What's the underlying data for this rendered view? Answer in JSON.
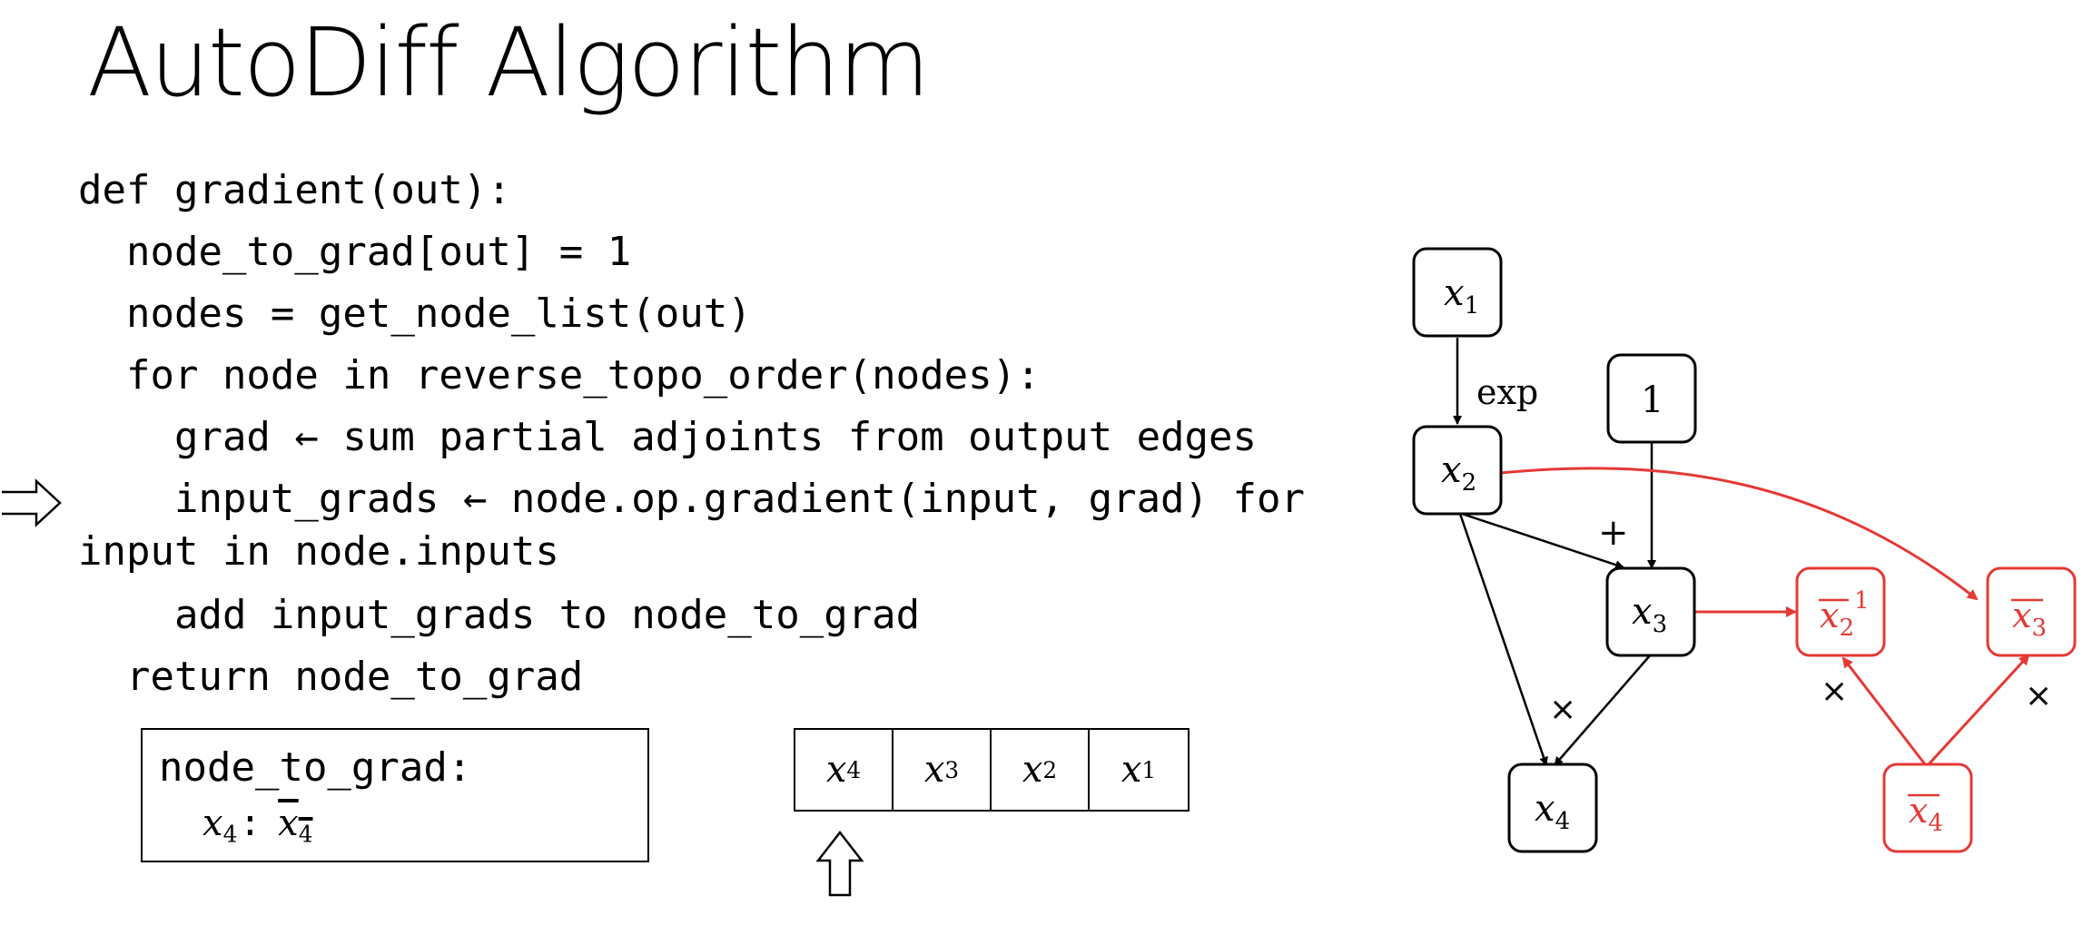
{
  "slide": {
    "title": "AutoDiff Algorithm"
  },
  "code": {
    "lines": [
      "def gradient(out):",
      "  node_to_grad[out] = 1",
      "  nodes = get_node_list(out)",
      "  for node in reverse_topo_order(nodes):",
      "    grad ← sum partial adjoints from output edges",
      "    input_grads ← node.op.gradient(input, grad) for",
      "input in node.inputs",
      "    add input_grads to node_to_grad",
      "  return node_to_grad"
    ],
    "current_line_indicator": "⇒"
  },
  "node_to_grad_box": {
    "title": "node_to_grad:",
    "entries": [
      {
        "key_var": "x",
        "key_sub": "4",
        "value_var": "x",
        "value_sub": "4",
        "value_bar": true
      }
    ]
  },
  "order_list": {
    "cells": [
      {
        "var": "x",
        "sub": "4"
      },
      {
        "var": "x",
        "sub": "3"
      },
      {
        "var": "x",
        "sub": "2"
      },
      {
        "var": "x",
        "sub": "1"
      }
    ],
    "pointer": "⇧"
  },
  "graph": {
    "nodes": [
      {
        "id": "x1",
        "var": "x",
        "sub": "1",
        "style": "black"
      },
      {
        "id": "x2",
        "var": "x",
        "sub": "2",
        "style": "black"
      },
      {
        "id": "const1",
        "text": "1",
        "style": "black"
      },
      {
        "id": "x3",
        "var": "x",
        "sub": "3",
        "style": "black"
      },
      {
        "id": "x4",
        "var": "x",
        "sub": "4",
        "style": "black"
      },
      {
        "id": "x2bar1",
        "var": "x",
        "sub": "2",
        "bar": true,
        "sup": "1",
        "style": "red"
      },
      {
        "id": "x3bar",
        "var": "x",
        "sub": "3",
        "bar": true,
        "style": "red"
      },
      {
        "id": "x4bar",
        "var": "x",
        "sub": "4",
        "bar": true,
        "style": "red"
      }
    ],
    "edge_labels": {
      "exp": "exp",
      "plus": "+",
      "times_forward": "×",
      "times_left": "×",
      "times_right": "×"
    },
    "colors": {
      "black": "#000000",
      "red": "#e53935"
    }
  }
}
